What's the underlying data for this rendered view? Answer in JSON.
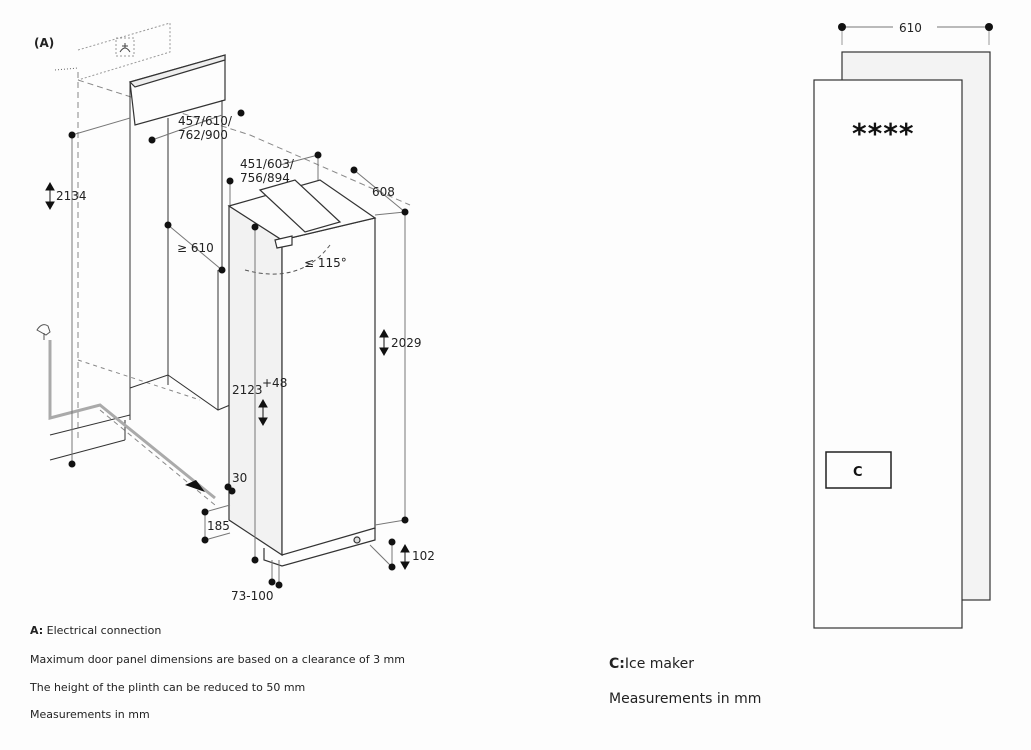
{
  "left_diagram": {
    "callout_label": "(A)",
    "dimensions": {
      "niche_height": "2134",
      "panel_width_options": "457/610/\n762/900",
      "panel_width_line1": "457/610/",
      "panel_width_line2": "762/900",
      "door_width_line1": "451/603/",
      "door_width_line2": "756/894",
      "depth": "608",
      "min_depth": "≥ 610",
      "door_opening_angle": "≤ 115°",
      "appliance_height": "2029",
      "door_panel_height": "2123",
      "door_panel_height_tolerance": "+48",
      "side_gap": "30",
      "plinth_depth": "185",
      "plinth_height": "102",
      "toe_kick_range": "73-100"
    },
    "icons": [
      "electrical-outlet-icon",
      "water-tap-icon"
    ],
    "notes": [
      {
        "prefix": "A:",
        "text": "Electrical connection"
      },
      {
        "prefix": "",
        "text": "Maximum door panel dimensions are based on a clearance of 3 mm"
      },
      {
        "prefix": "",
        "text": "The height of the plinth can be reduced to 50 mm"
      },
      {
        "prefix": "",
        "text": "Measurements in mm"
      }
    ]
  },
  "right_diagram": {
    "width_dimension": "610",
    "star_rating": "****",
    "ice_maker_label": "C",
    "notes": [
      {
        "prefix": "C:",
        "text": "Ice maker"
      },
      {
        "prefix": "",
        "text": "Measurements in mm"
      }
    ]
  }
}
